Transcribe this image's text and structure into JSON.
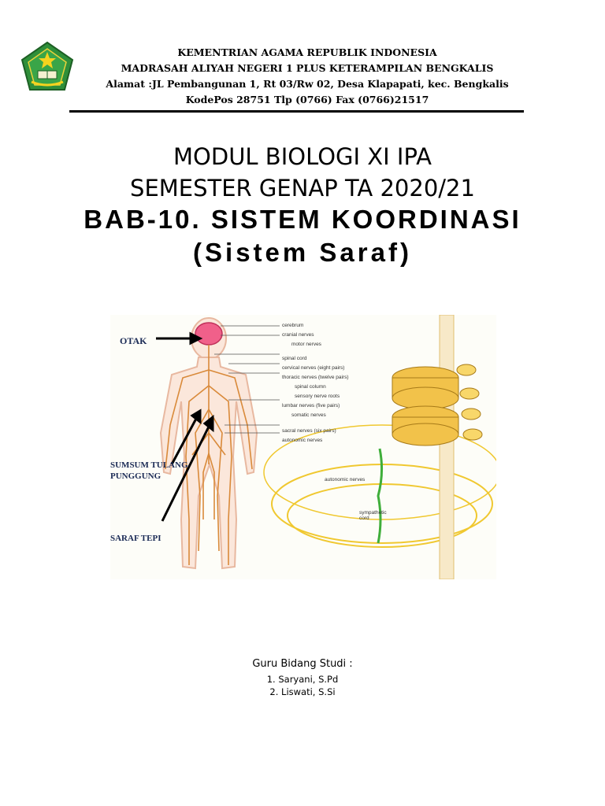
{
  "letterhead": {
    "line1": "KEMENTRIAN AGAMA REPUBLIK INDONESIA",
    "line2": "MADRASAH ALIYAH NEGERI 1 PLUS KETERAMPILAN BENGKALIS",
    "line3": "Alamat :JL Pembangunan 1, Rt 03/Rw 02, Desa Klapapati, kec. Bengkalis",
    "line4": "KodePos 28751 Tlp (0766) Fax (0766)21517",
    "logo_icon": "ministry-of-religious-affairs-emblem",
    "logo_color": "#2f8f3a"
  },
  "title": {
    "line1": "MODUL BIOLOGI XI IPA",
    "line2": "SEMESTER GENAP TA 2020/21",
    "line3": "BAB-10. SISTEM KOORDINASI",
    "line4": "(Sistem Saraf)"
  },
  "figure": {
    "labels_left": {
      "otak": "OTAK",
      "sumsum": "SUMSUM TULANG",
      "punggung": "PUNGGUNG",
      "saraf_tepi": "SARAF TEPI"
    },
    "labels_right": {
      "cerebrum": "cerebrum",
      "cranial": "cranial nerves",
      "motor": "motor nerves",
      "spinal_cord": "spinal cord",
      "cervical": "cervical nerves (eight pairs)",
      "thoracic": "thoracic nerves (twelve pairs)",
      "spinal_column": "spinal column",
      "sensory": "sensory nerve roots",
      "lumbar": "lumbar nerves (five pairs)",
      "somatic": "somatic nerves",
      "sacral": "sacral nerves (six pairs)",
      "autonomic": "autonomic nerves",
      "autonomic_nerves2": "autonomic nerves",
      "sympathetic": "sympathetic cord"
    }
  },
  "teachers": {
    "title": "Guru Bidang Studi :",
    "items": [
      "1.  Saryani, S.Pd",
      "2.  Liswati, S.Si"
    ]
  }
}
